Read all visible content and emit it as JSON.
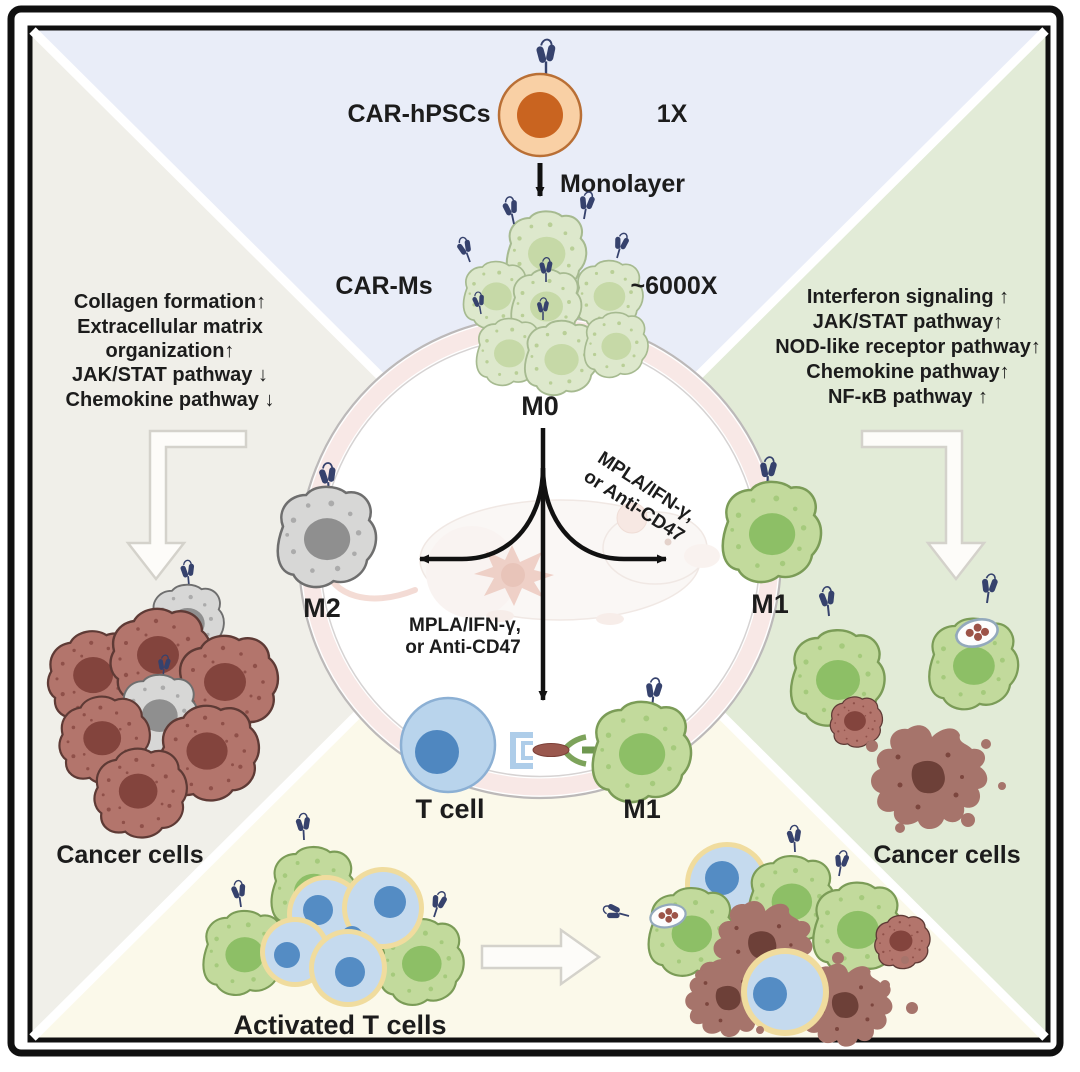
{
  "figure": {
    "top": {
      "car_hpscs": "CAR-hPSCs",
      "scale_1x": "1X",
      "monolayer": "Monolayer",
      "car_ms": "CAR-Ms",
      "scale_6000x": "~6000X",
      "m0": "M0"
    },
    "left_pathways": {
      "lines": [
        "Collagen formation↑",
        "Extracellular matrix",
        "organization↑",
        "JAK/STAT pathway ↓",
        "Chemokine pathway ↓"
      ]
    },
    "right_pathways": {
      "lines": [
        "Interferon signaling ↑",
        "JAK/STAT pathway↑",
        "NOD-like receptor pathway↑",
        "Chemokine pathway↑",
        "NF-κB pathway ↑"
      ]
    },
    "stimulus": {
      "line1": "MPLA/IFN-γ,",
      "line2": "or Anti-CD47"
    },
    "labels": {
      "m2": "M2",
      "m1_right": "M1",
      "t_cell": "T cell",
      "m1_bottom": "M1",
      "cancer_left": "Cancer cells",
      "cancer_right": "Cancer cells",
      "activated_t": "Activated T cells"
    },
    "colors": {
      "quadrant_top": "#e9edf8",
      "quadrant_left": "#f0efe9",
      "quadrant_right": "#e2ebd7",
      "quadrant_bottom": "#fbf9ea",
      "receptor_navy": "#36426d",
      "hpsc_body": "#f9d0a5",
      "hpsc_nucleus": "#c96420",
      "macrophage_pale": "#dde8cc",
      "macrophage_m1": "#c2da9c",
      "macrophage_m2": "#d7d7d6",
      "t_cell_blue": "#b9d4ec",
      "t_cell_halo": "#f0dc9e",
      "cancer_brown": "#b3756c",
      "ring_pink": "#f8e8e6"
    }
  }
}
